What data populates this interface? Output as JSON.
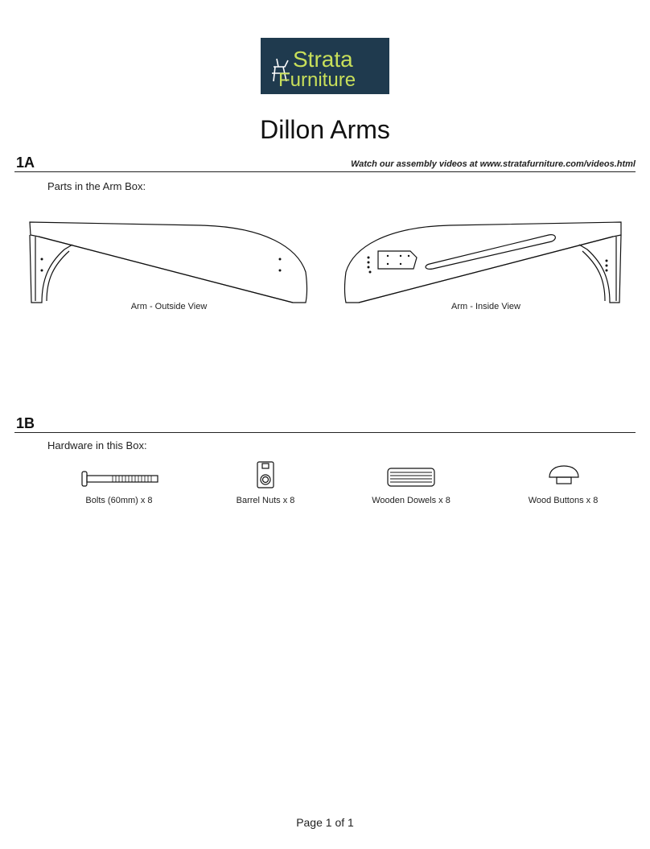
{
  "brand": {
    "logo_line1": "Strata",
    "logo_line2": "Furniture",
    "logo_bg": "#1f3a4e",
    "logo_accent": "#c8df5a"
  },
  "document": {
    "title": "Dillon Arms"
  },
  "section_1a": {
    "heading": "1A",
    "videos_note": "Watch our assembly videos at www.stratafurniture.com/videos.html",
    "lead": "Parts in the Arm Box:",
    "parts": [
      {
        "caption": "Arm - Outside View",
        "icon": "arm-outside-drawing"
      },
      {
        "caption": "Arm - Inside View",
        "icon": "arm-inside-drawing"
      }
    ]
  },
  "section_1b": {
    "heading": "1B",
    "lead": "Hardware in this Box:",
    "hardware": [
      {
        "caption": "Bolts (60mm) x 8",
        "icon": "bolt-icon"
      },
      {
        "caption": "Barrel Nuts x 8",
        "icon": "barrel-nut-icon"
      },
      {
        "caption": "Wooden Dowels x 8",
        "icon": "wooden-dowel-icon"
      },
      {
        "caption": "Wood Buttons x 8",
        "icon": "wood-button-icon"
      }
    ]
  },
  "footer": {
    "page_label": "Page 1 of 1"
  }
}
